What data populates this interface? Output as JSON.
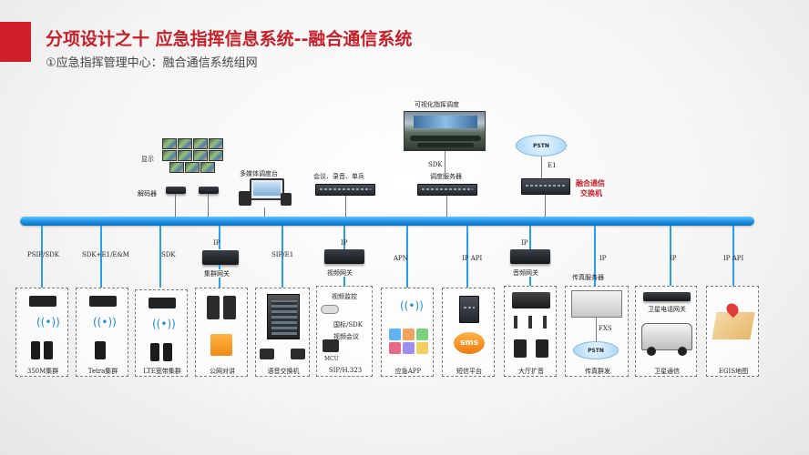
{
  "header": {
    "title": "分项设计之十  应急指挥信息系统--融合通信系统",
    "subtitle": "①应急指挥管理中心：融合通信系统组网"
  },
  "top_devices": {
    "display_label": "显示",
    "decoder_label": "解码器",
    "multimedia_console_label": "多媒体调度台",
    "record_server_label": "会议、录音、单兵",
    "visual_dispatch_label": "可视化指挥调度",
    "sdk_label": "SDK",
    "dispatch_server_label": "调度服务器",
    "pstn_label": "PSTN",
    "e1_label": "E1",
    "fusion_switch_label_1": "融合通信",
    "fusion_switch_label_2": "交换机"
  },
  "links": {
    "psip_sdk": "PSIP/SDK",
    "sdk_e1_em": "SDK+E1/E&M",
    "sdk": "SDK",
    "ip_1": "IP",
    "sip_e1": "SIP/E1",
    "ip_2": "IP",
    "apn": "APN",
    "ip_api_1": "IP API",
    "ip_3": "IP",
    "ip_4": "IP",
    "ip_5": "IP",
    "ip_api_2": "IP API"
  },
  "gateways": {
    "cluster_gateway": "集群网关",
    "video_gateway": "视频网关",
    "audio_gateway": "音频网关",
    "fax_server": "传真服务器"
  },
  "boxes": {
    "b350": "350M集群",
    "tetra": "Tetra集群",
    "lte": "LTE宽带集群",
    "public_intercom": "公网对讲",
    "voice_switch": "语音交换机",
    "video_monitor": "视频监控",
    "national_sdk": "国标/SDK",
    "video_conf": "视频会议",
    "mcu": "MCU",
    "sip_h323": "SIP/H.323",
    "emergency_app": "应急APP",
    "sms_platform": "短信平台",
    "sms_icon_text": "sms",
    "hall_broadcast": "大厅扩音",
    "fxs": "FXS",
    "pstn_2": "PSTN",
    "fax_group": "传真群发",
    "sat_gateway": "卫星电话网关",
    "sat_comm": "卫星通信",
    "egis_map": "EGIS地图"
  },
  "colors": {
    "accent_red": "#c81e28",
    "backbone_blue": "#1a8ee0"
  }
}
